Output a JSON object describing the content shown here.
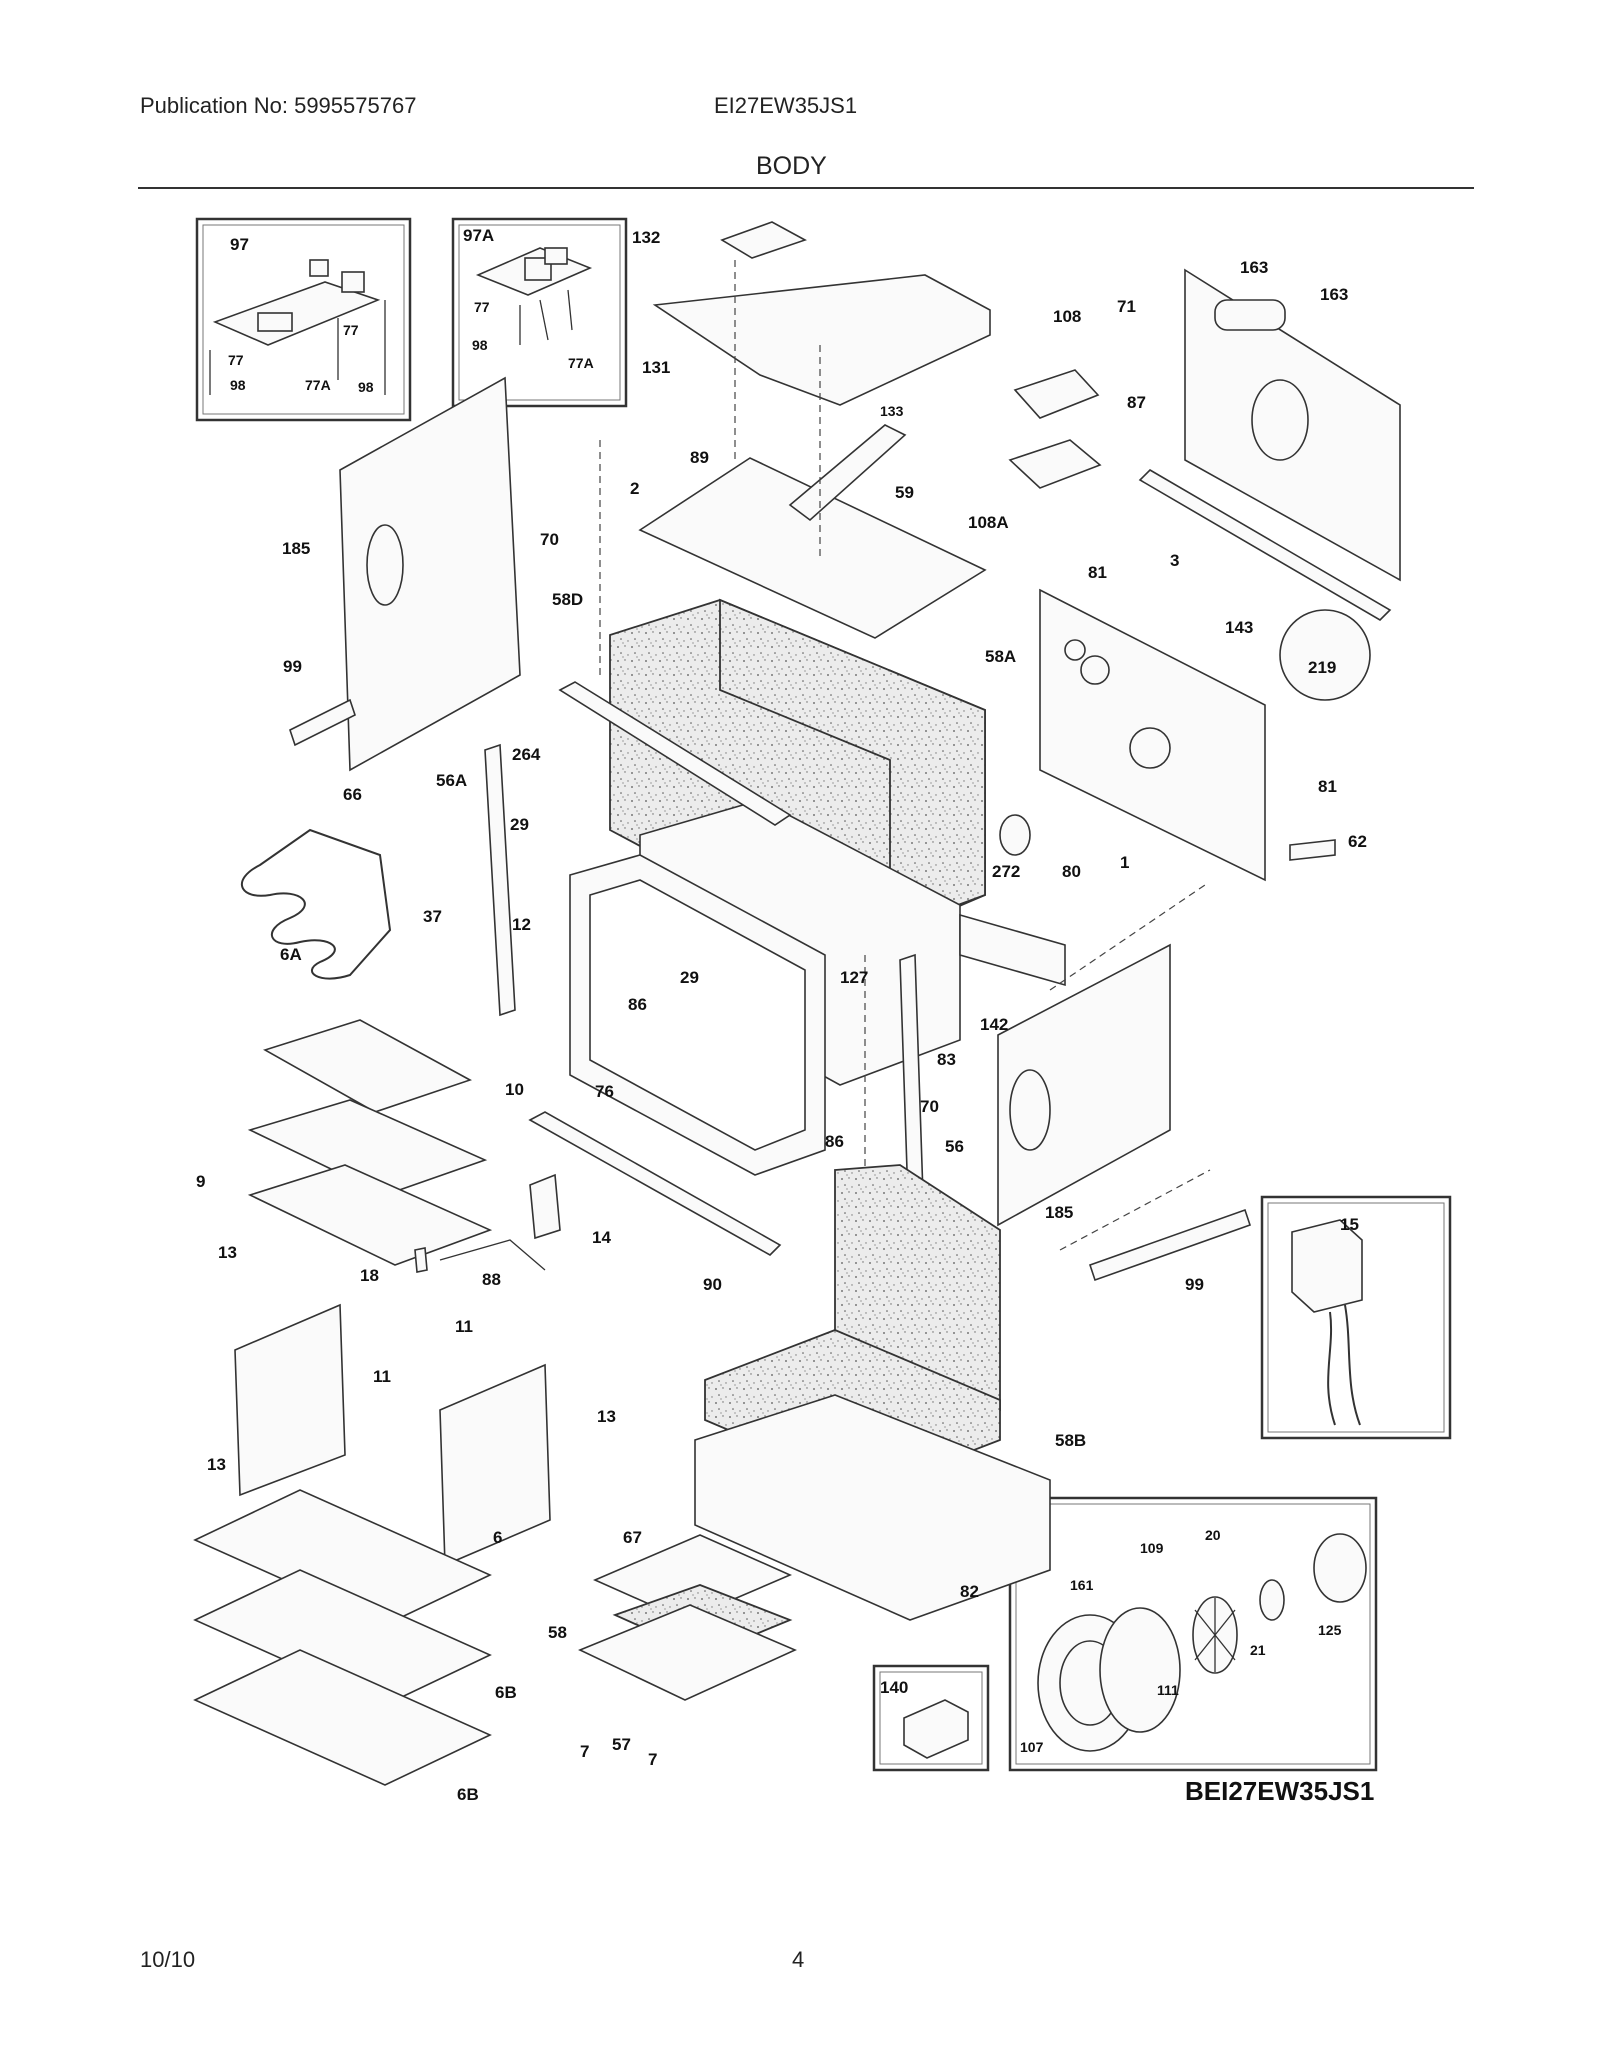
{
  "header": {
    "publication": "Publication No: 5995575767",
    "model": "EI27EW35JS1",
    "title": "BODY"
  },
  "footer": {
    "date": "10/10",
    "page": "4"
  },
  "diagram_code": "BEI27EW35JS1",
  "callouts": {
    "c97": "97",
    "c97a": "97A",
    "c77": "77",
    "c77a": "77A",
    "c98": "98",
    "c132": "132",
    "c131": "131",
    "c163": "163",
    "c71": "71",
    "c108": "108",
    "c108a": "108A",
    "c87": "87",
    "c133": "133",
    "c89": "89",
    "c2": "2",
    "c59": "59",
    "c185": "185",
    "c70": "70",
    "c58d": "58D",
    "c58a": "58A",
    "c81": "81",
    "c3": "3",
    "c143": "143",
    "c219": "219",
    "c99": "99",
    "c264": "264",
    "c66": "66",
    "c56a": "56A",
    "c29": "29",
    "c12": "12",
    "c272": "272",
    "c80": "80",
    "c1": "1",
    "c62": "62",
    "c37": "37",
    "c127": "127",
    "c142": "142",
    "c6a": "6A",
    "c86": "86",
    "c83": "83",
    "c10": "10",
    "c76": "76",
    "c56": "56",
    "c9": "9",
    "c14": "14",
    "c13": "13",
    "c18": "18",
    "c88": "88",
    "c90": "90",
    "c11": "11",
    "c15": "15",
    "c58b": "58B",
    "c6": "6",
    "c67": "67",
    "c82": "82",
    "c20": "20",
    "c109": "109",
    "c161": "161",
    "c125": "125",
    "c21": "21",
    "c58": "58",
    "c6b": "6B",
    "c140": "140",
    "c111": "111",
    "c7": "7",
    "c57": "57",
    "c107": "107"
  }
}
